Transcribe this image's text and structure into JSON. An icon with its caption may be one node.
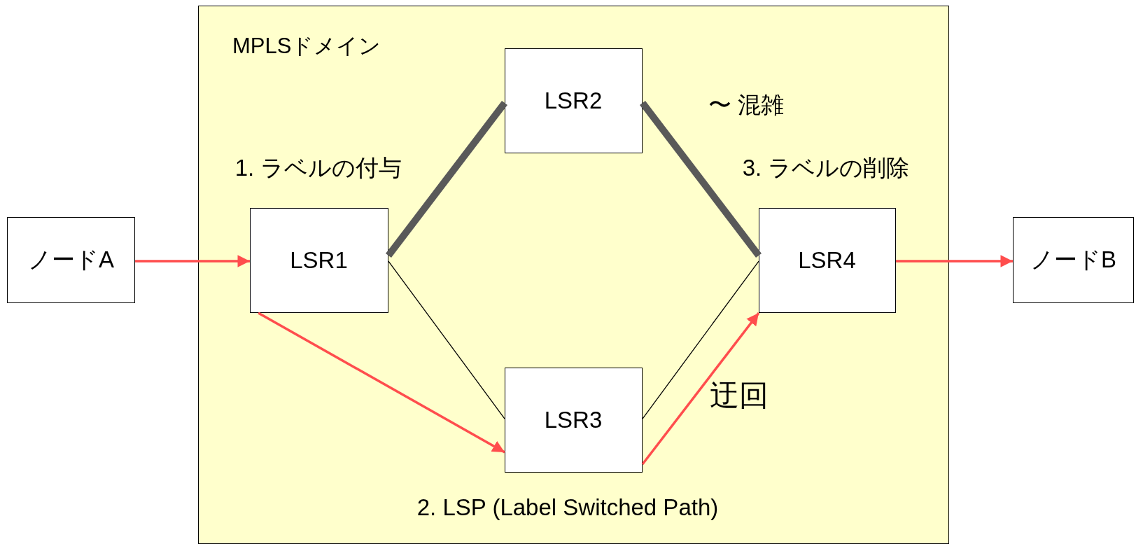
{
  "diagram": {
    "nodes": [
      {
        "text": [
          "MPLSドメイン"
        ]
      },
      {
        "text": [
          "ノードA"
        ]
      },
      {
        "text": [
          "LSR1"
        ],
        "in": 0
      },
      {
        "text": [
          "LSR2"
        ],
        "in": 0
      },
      {
        "text": [
          "LSR3"
        ],
        "in": 0
      },
      {
        "text": [
          "LSR4"
        ],
        "in": 0
      },
      {
        "text": [
          "ノードB"
        ]
      }
    ],
    "edges": [
      {
        "from": 1,
        "to": 2,
        "arrow": "to",
        "color": "#ff4d4d"
      },
      {
        "from": 2,
        "to": 3,
        "arrow": "none",
        "style": "thick",
        "color": "#595959"
      },
      {
        "from": 3,
        "to": 5,
        "arrow": "none",
        "style": "thick",
        "color": "#595959"
      },
      {
        "from": 2,
        "to": 4,
        "arrow": "none",
        "color": "#000000"
      },
      {
        "from": 4,
        "to": 5,
        "arrow": "none",
        "color": "#000000"
      },
      {
        "from": 2,
        "to": 4,
        "arrow": "to",
        "color": "#ff4d4d"
      },
      {
        "from": 4,
        "to": 5,
        "arrow": "to",
        "color": "#ff4d4d"
      },
      {
        "from": 5,
        "to": 6,
        "arrow": "to",
        "color": "#ff4d4d"
      }
    ],
    "labels": [
      "1. ラベルの付与",
      "〜 混雑",
      "3. ラベルの削除",
      "迂回",
      "2. LSP (Label Switched Path)"
    ]
  }
}
